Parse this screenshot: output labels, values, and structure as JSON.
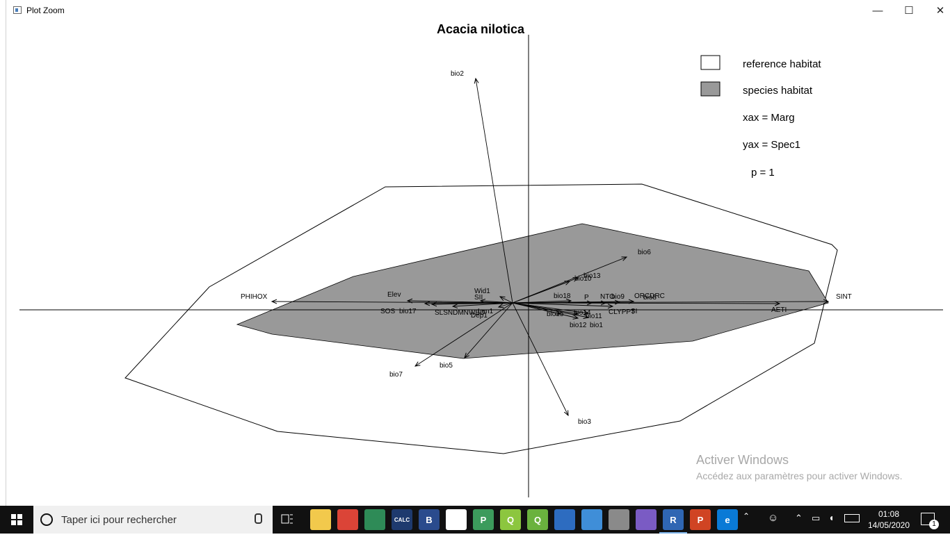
{
  "window": {
    "title": "Plot Zoom",
    "controls": {
      "minimize": "—",
      "maximize": "☐",
      "close": "✕"
    }
  },
  "plot": {
    "title": "Acacia nilotica",
    "legend": {
      "reference": "reference habitat",
      "species": "species habitat",
      "xax": "xax = Marg",
      "yax": "yax = Spec1",
      "p": "p = 1",
      "reference_color": "#ffffff",
      "species_color": "#999999"
    },
    "labels": {
      "bio2": "bio2",
      "bio6": "bio6",
      "bio13": "bio13",
      "bio10": "bio10",
      "wid1": "Wid1",
      "sii": "SII",
      "elev": "Elev",
      "phihox": "PHIHOX",
      "sos": "SOS",
      "bio17": "bio17",
      "slsnd": "SLSNDMNWBD",
      "len1": "Len1",
      "dep1": "Dep1",
      "bio18": "bio18",
      "p": "P",
      "ntot": "NTO",
      "bio9": "bio9",
      "orcdrc": "ORCDRC",
      "bio8": "bio8",
      "sint": "SINT",
      "aeti": "AETI",
      "clyppt": "CLYPPT",
      "si": "SI",
      "bio15": "bio15",
      "bio14": "bio14",
      "bio11": "bio11",
      "bio12": "bio12",
      "bio1": "bio1",
      "bio7": "bio7",
      "bio5": "bio5",
      "bio3": "bio3"
    }
  },
  "watermark": {
    "title": "Activer Windows",
    "subtitle": "Accédez aux paramètres pour activer Windows."
  },
  "taskbar": {
    "search_placeholder": "Taper ici pour rechercher",
    "time": "01:08",
    "date": "14/05/2020",
    "notification_count": "1",
    "apps": [
      {
        "name": "file-explorer",
        "color": "#f2c94c",
        "glyph": ""
      },
      {
        "name": "chrome",
        "color": "#db4437",
        "glyph": ""
      },
      {
        "name": "spreadsheet-app",
        "color": "#2e8b57",
        "glyph": ""
      },
      {
        "name": "calculator-app",
        "color": "#1e3a6e",
        "glyph": "CALC"
      },
      {
        "name": "b-app",
        "color": "#2a4b8d",
        "glyph": "B"
      },
      {
        "name": "document-app",
        "color": "#ffffff",
        "glyph": ""
      },
      {
        "name": "publisher-app",
        "color": "#3c9b5c",
        "glyph": "P"
      },
      {
        "name": "qgis-app",
        "color": "#8cc63f",
        "glyph": "Q"
      },
      {
        "name": "qgis2-app",
        "color": "#6ab23e",
        "glyph": "Q"
      },
      {
        "name": "window-app",
        "color": "#2d6cc0",
        "glyph": ""
      },
      {
        "name": "search-app",
        "color": "#3f8ed8",
        "glyph": ""
      },
      {
        "name": "globe-app",
        "color": "#8a8a8a",
        "glyph": ""
      },
      {
        "name": "purple-app",
        "color": "#7a5bc4",
        "glyph": ""
      },
      {
        "name": "r-app",
        "color": "#2f66b3",
        "glyph": "R"
      },
      {
        "name": "powerpoint-app",
        "color": "#d04423",
        "glyph": "P"
      },
      {
        "name": "edge-app",
        "color": "#0a7ad6",
        "glyph": "e"
      }
    ]
  }
}
